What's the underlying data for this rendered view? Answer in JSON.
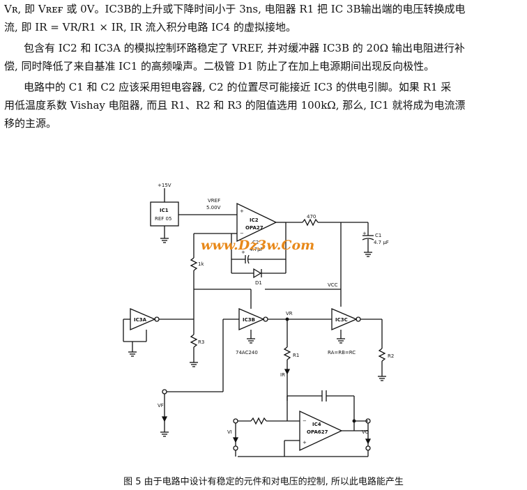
{
  "paragraphs": [
    {
      "lines": [
        "Vʀ, 即 Vʀᴇғ 或 0V。IC3B的上升或下降时间小于 3ns, 电阻器 R1 把 IC 3B输出端的电压转换成电",
        "流, 即 IR = VR/R1 × IR, IR 流入积分电路 IC4 的虚拟接地。"
      ]
    },
    {
      "lines": [
        "包含有 IC2 和 IC3A 的模拟控制环路稳定了 VREF, 并对缓冲器 IC3B 的 20Ω 输出电阻进行补",
        "偿, 同时降低了来自基准 IC1 的高频噪声。二极管 D1 防止了在加上电源期间出现反向极性。"
      ]
    },
    {
      "lines": [
        "电路中的 C1 和 C2 应该采用钽电容器, C2 的位置尽可能接近 IC3 的供电引脚。如果 R1 采",
        "用低温度系数 Vishay 电阻器, 而且 R1、R2 和 R3 的阻值选用 100kΩ, 那么, IC1 就将成为电流漂",
        "移的主源。"
      ]
    }
  ],
  "schematic": {
    "supply": "+15V",
    "ic1_name": "IC1",
    "ic1_part": "REF 05",
    "vref_label": "VREF",
    "vref_value": "5.00V",
    "ic2_name": "IC2",
    "ic2_part": "OPA27",
    "r_470": "470",
    "c1_label": "C1",
    "c1_value": "4.7 μF",
    "c2_label": "C2",
    "c2_value": "4.7μF",
    "r_1k": "1k",
    "d1": "D1",
    "vcc": "VCC",
    "ic3a": "IC3A",
    "ic3b": "IC3B",
    "ic3c": "IC3C",
    "part_74": "74AC240",
    "vr": "VR",
    "r1": "R1",
    "r2": "R2",
    "r3": "R3",
    "ra_eq": "RA=RB=RC",
    "ir": "IR",
    "vf": "VF",
    "vi": "VI",
    "vo": "VO",
    "ic4_name": "IC4",
    "ic4_part": "OPA627",
    "plus": "+",
    "minus": "−",
    "watermark": "www.Dz3w.Com"
  },
  "caption": "图 5   由于电路中设计有稳定的元件和对电压的控制, 所以此电路能产生"
}
